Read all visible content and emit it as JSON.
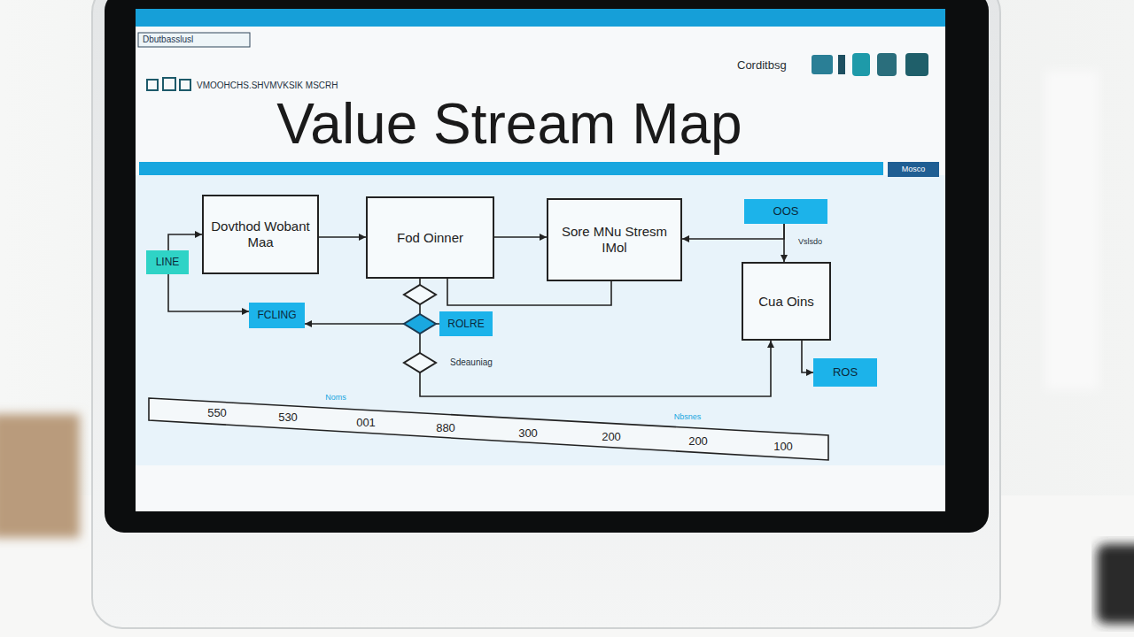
{
  "diagram": {
    "title": "Value Stream Map",
    "nodes": [
      {
        "text": [
          "Dovthod Wobant Maa"
        ]
      },
      {
        "text": [
          "Fod Oinner"
        ]
      },
      {
        "text": [
          "Sore MNu Stresm IMol"
        ]
      },
      {
        "text": [
          "OOS"
        ]
      },
      {
        "text": [
          "LINE"
        ]
      },
      {
        "text": [
          "FCLING"
        ]
      },
      {
        "text": [
          "Cua Oins"
        ]
      },
      {
        "text": [
          "ROLRE"
        ]
      },
      {
        "text": [
          "ROS"
        ]
      }
    ],
    "edges": [
      {
        "from": 4,
        "to": 0,
        "arrow": "to"
      },
      {
        "from": 0,
        "to": 1,
        "arrow": "to"
      },
      {
        "from": 1,
        "to": 2,
        "arrow": "to"
      },
      {
        "from": 3,
        "to": 2,
        "arrow": "to"
      },
      {
        "from": 3,
        "to": 6,
        "arrow": "to"
      },
      {
        "from": 2,
        "to": 1,
        "arrow": "none"
      },
      {
        "from": 4,
        "to": 5,
        "arrow": "to"
      },
      {
        "from": 7,
        "to": 5,
        "arrow": "to"
      },
      {
        "from": 1,
        "to": 6,
        "arrow": "to"
      },
      {
        "from": 6,
        "to": 8,
        "arrow": "to"
      }
    ],
    "labels": [
      "Dbutbasslusl",
      "VMOOHCHS.SHVMVKSIK MSCRH",
      "Corditbsg",
      "Mosco",
      "Vslsdo",
      "Sdeauniag",
      "Noms",
      "Nbsnes",
      "550",
      "530",
      "001",
      "880",
      "300",
      "200",
      "200",
      "100"
    ]
  }
}
